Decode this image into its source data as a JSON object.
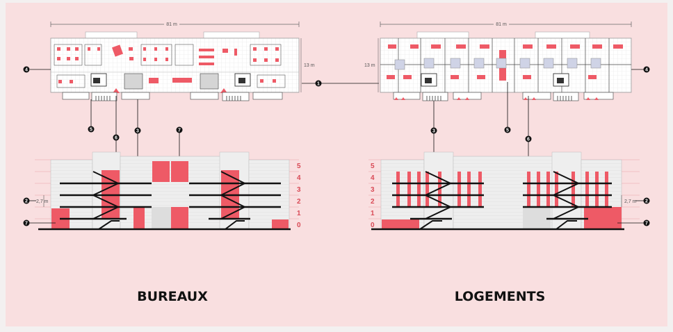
{
  "panels": [
    {
      "title": "BUREAUX",
      "plan_width": "81 m",
      "plan_depth": "13 m",
      "floor_height": "2,7 m",
      "levels": [
        "5",
        "4",
        "3",
        "2",
        "1",
        "0"
      ],
      "callouts": [
        "4",
        "5",
        "6",
        "3",
        "7",
        "2",
        "7"
      ]
    },
    {
      "title": "LOGEMENTS",
      "plan_width": "81 m",
      "plan_depth": "13 m",
      "floor_height": "2,7 m",
      "levels": [
        "5",
        "4",
        "3",
        "2",
        "1",
        "0"
      ],
      "callouts": [
        "4",
        "3",
        "5",
        "6",
        "2",
        "7"
      ]
    }
  ],
  "link_callout": "1",
  "colors": {
    "accent": "#ee5a66",
    "background": "#f9dfe0",
    "ink": "#111111"
  }
}
